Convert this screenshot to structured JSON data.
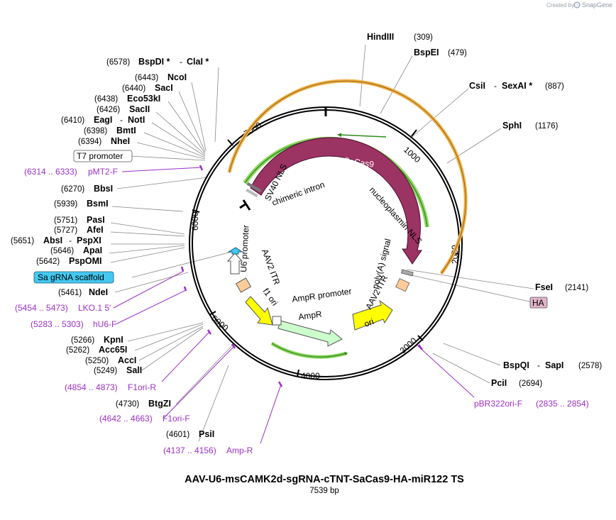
{
  "credit": {
    "prefix": "Created by",
    "brand": "SnapGene"
  },
  "title": "AAV-U6-msCAMK2d-sgRNA-cTNT-SaCas9-HA-miR122 TS",
  "subtitle": "7539 bp",
  "ticks": [
    "1000",
    "2000",
    "3000",
    "4000",
    "5000",
    "6000",
    "7000"
  ],
  "features": {
    "sacas9": "SaCas9",
    "sv40_nls": "SV40 NLS",
    "chimeric_intron": "chimeric intron",
    "nucleoplasmin_nls": "nucleoplasmin NLS",
    "polya_signal": "poly(A) signal",
    "aav2_itr_right": "AAV2 ITR",
    "ori": "ori",
    "ampr_promoter": "AmpR promoter",
    "ampr": "AmpR",
    "f1_ori": "f1 ori",
    "aav2_itr_left": "AAV2 ITR",
    "u6_promoter": "U6 promoter"
  },
  "right_labels": {
    "hindiii": {
      "name": "HindIII",
      "pos": "(309)"
    },
    "bspei": {
      "name": "BspEI",
      "pos": "(479)"
    },
    "csii": {
      "name": "CsiI",
      "sep": "-",
      "name2": "SexAI *",
      "pos": "(887)"
    },
    "sphi": {
      "name": "SphI",
      "pos": "(1176)"
    },
    "fsei": {
      "name": "FseI",
      "pos": "(2141)"
    },
    "ha": {
      "name": "HA"
    },
    "bspqi": {
      "name": "BspQI",
      "sep": "-",
      "name2": "SapI",
      "pos": "(2578)"
    },
    "pcii": {
      "name": "PciI",
      "pos": "(2694)"
    },
    "pbr322": {
      "name": "pBR322ori-F",
      "pos": "(2835 .. 2854)"
    }
  },
  "left_labels": {
    "bspdi": {
      "pos": "(6578)",
      "name": "BspDI *",
      "sep": "-",
      "name2": "ClaI *"
    },
    "ncoi": {
      "pos": "(6443)",
      "name": "NcoI"
    },
    "saci": {
      "pos": "(6440)",
      "name": "SacI"
    },
    "eco53ki": {
      "pos": "(6438)",
      "name": "Eco53kI"
    },
    "sacii": {
      "pos": "(6426)",
      "name": "SacII"
    },
    "eagi": {
      "pos": "(6410)",
      "name": "EagI",
      "sep": "-",
      "name2": "NotI"
    },
    "bmti": {
      "pos": "(6398)",
      "name": "BmtI"
    },
    "nhei": {
      "pos": "(6394)",
      "name": "NheI"
    },
    "t7": {
      "name": "T7 promoter"
    },
    "pmt2": {
      "pos": "(6314 .. 6333)",
      "name": "pMT2-F"
    },
    "bbsi": {
      "pos": "(6270)",
      "name": "BbsI"
    },
    "bsmi": {
      "pos": "(5939)",
      "name": "BsmI"
    },
    "pasi": {
      "pos": "(5751)",
      "name": "PasI"
    },
    "afei": {
      "pos": "(5727)",
      "name": "AfeI"
    },
    "absi": {
      "pos": "(5651)",
      "name": "AbsI",
      "sep": "-",
      "name2": "PspXI"
    },
    "apai": {
      "pos": "(5646)",
      "name": "ApaI"
    },
    "pspomi": {
      "pos": "(5642)",
      "name": "PspOMI"
    },
    "scaffold": {
      "name": "Sa gRNA scaffold"
    },
    "ndei": {
      "pos": "(5461)",
      "name": "NdeI"
    },
    "lko": {
      "pos": "(5454 .. 5473)",
      "name": "LKO.1 5'"
    },
    "hu6": {
      "pos": "(5283 .. 5303)",
      "name": "hU6-F"
    },
    "kpni": {
      "pos": "(5266)",
      "name": "KpnI"
    },
    "acc65i": {
      "pos": "(5262)",
      "name": "Acc65I"
    },
    "acci": {
      "pos": "(5250)",
      "name": "AccI"
    },
    "sali": {
      "pos": "(5249)",
      "name": "SalI"
    },
    "f1orir": {
      "pos": "(4854 .. 4873)",
      "name": "F1ori-R"
    },
    "btgzi": {
      "pos": "(4730)",
      "name": "BtgZI"
    },
    "f1orif": {
      "pos": "(4642 .. 4663)",
      "name": "F1ori-F"
    },
    "psii": {
      "pos": "(4601)",
      "name": "PsiI"
    },
    "ampr_primer": {
      "pos": "(4137 .. 4156)",
      "name": "Amp-R"
    }
  },
  "colors": {
    "sacas9": "#9b3363",
    "nls_arc": "#8fd660",
    "orange_arc": "#f0b24a",
    "ori": "#ffff00",
    "ampr": "#ccffcc",
    "itr": "#ffcc99",
    "primer": "#9b30c8",
    "scaffold": "#44c8f0",
    "ha": "#e0b3c8"
  }
}
